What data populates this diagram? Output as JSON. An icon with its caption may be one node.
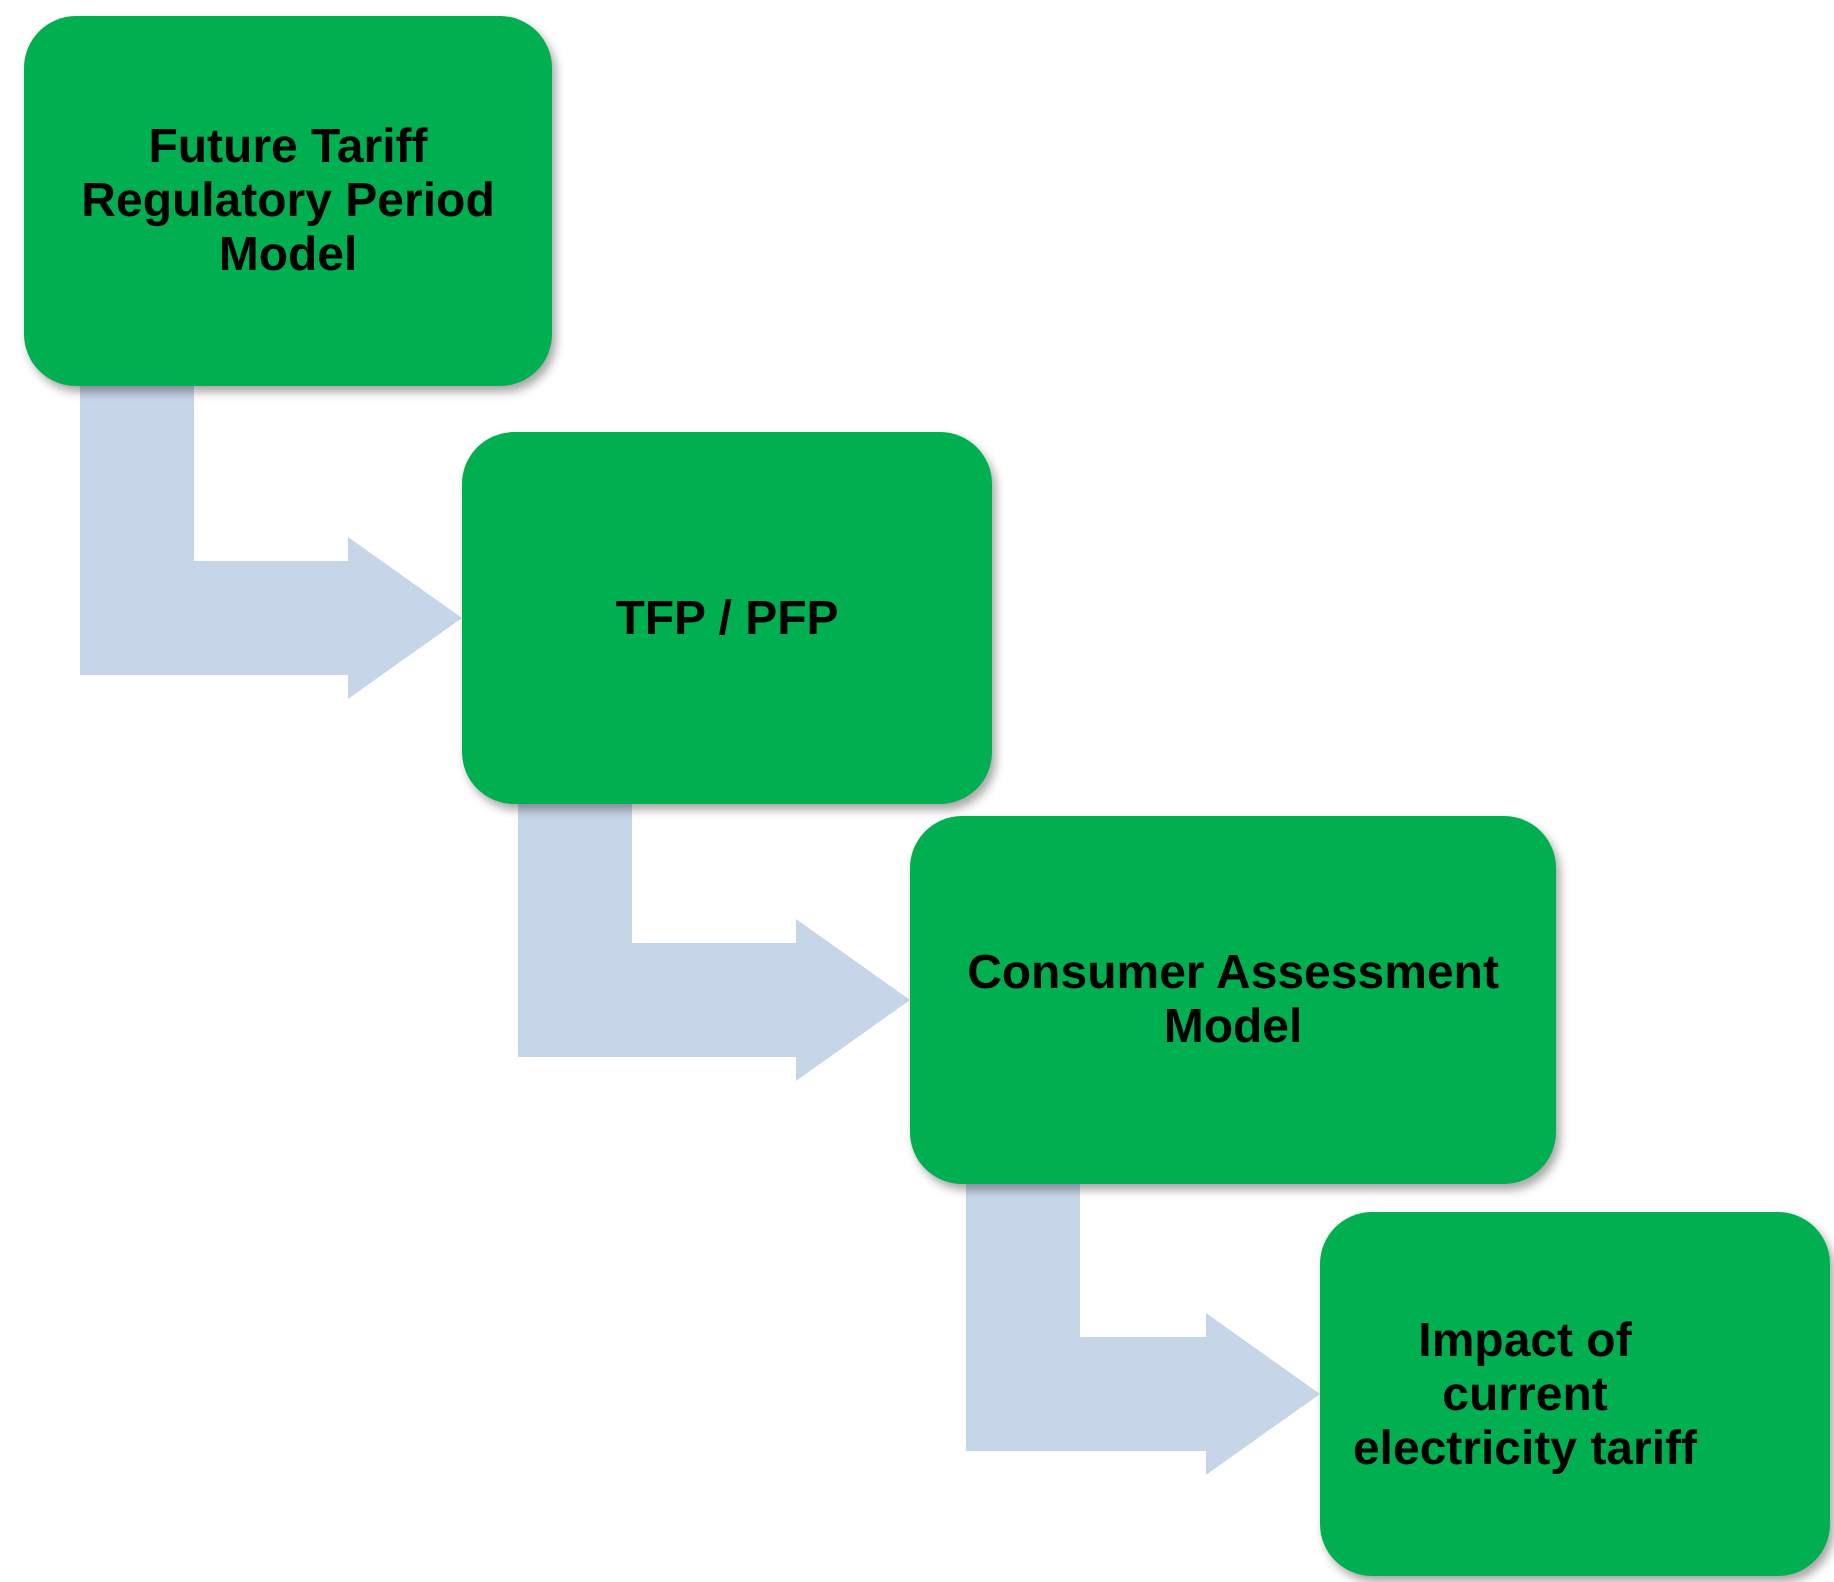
{
  "diagram": {
    "nodes": [
      {
        "text": [
          "Future Tariff Regulatory Period Model"
        ]
      },
      {
        "text": [
          "TFP / PFP"
        ]
      },
      {
        "text": [
          "Consumer Assessment Model"
        ]
      },
      {
        "text": [
          "Impact of current electricity tariff"
        ]
      }
    ],
    "edges": [
      {
        "from": 0,
        "to": 1,
        "arrow": "to",
        "style": "thick"
      },
      {
        "from": 1,
        "to": 2,
        "arrow": "to",
        "style": "thick"
      },
      {
        "from": 2,
        "to": 3,
        "arrow": "to",
        "style": "thick"
      }
    ]
  }
}
